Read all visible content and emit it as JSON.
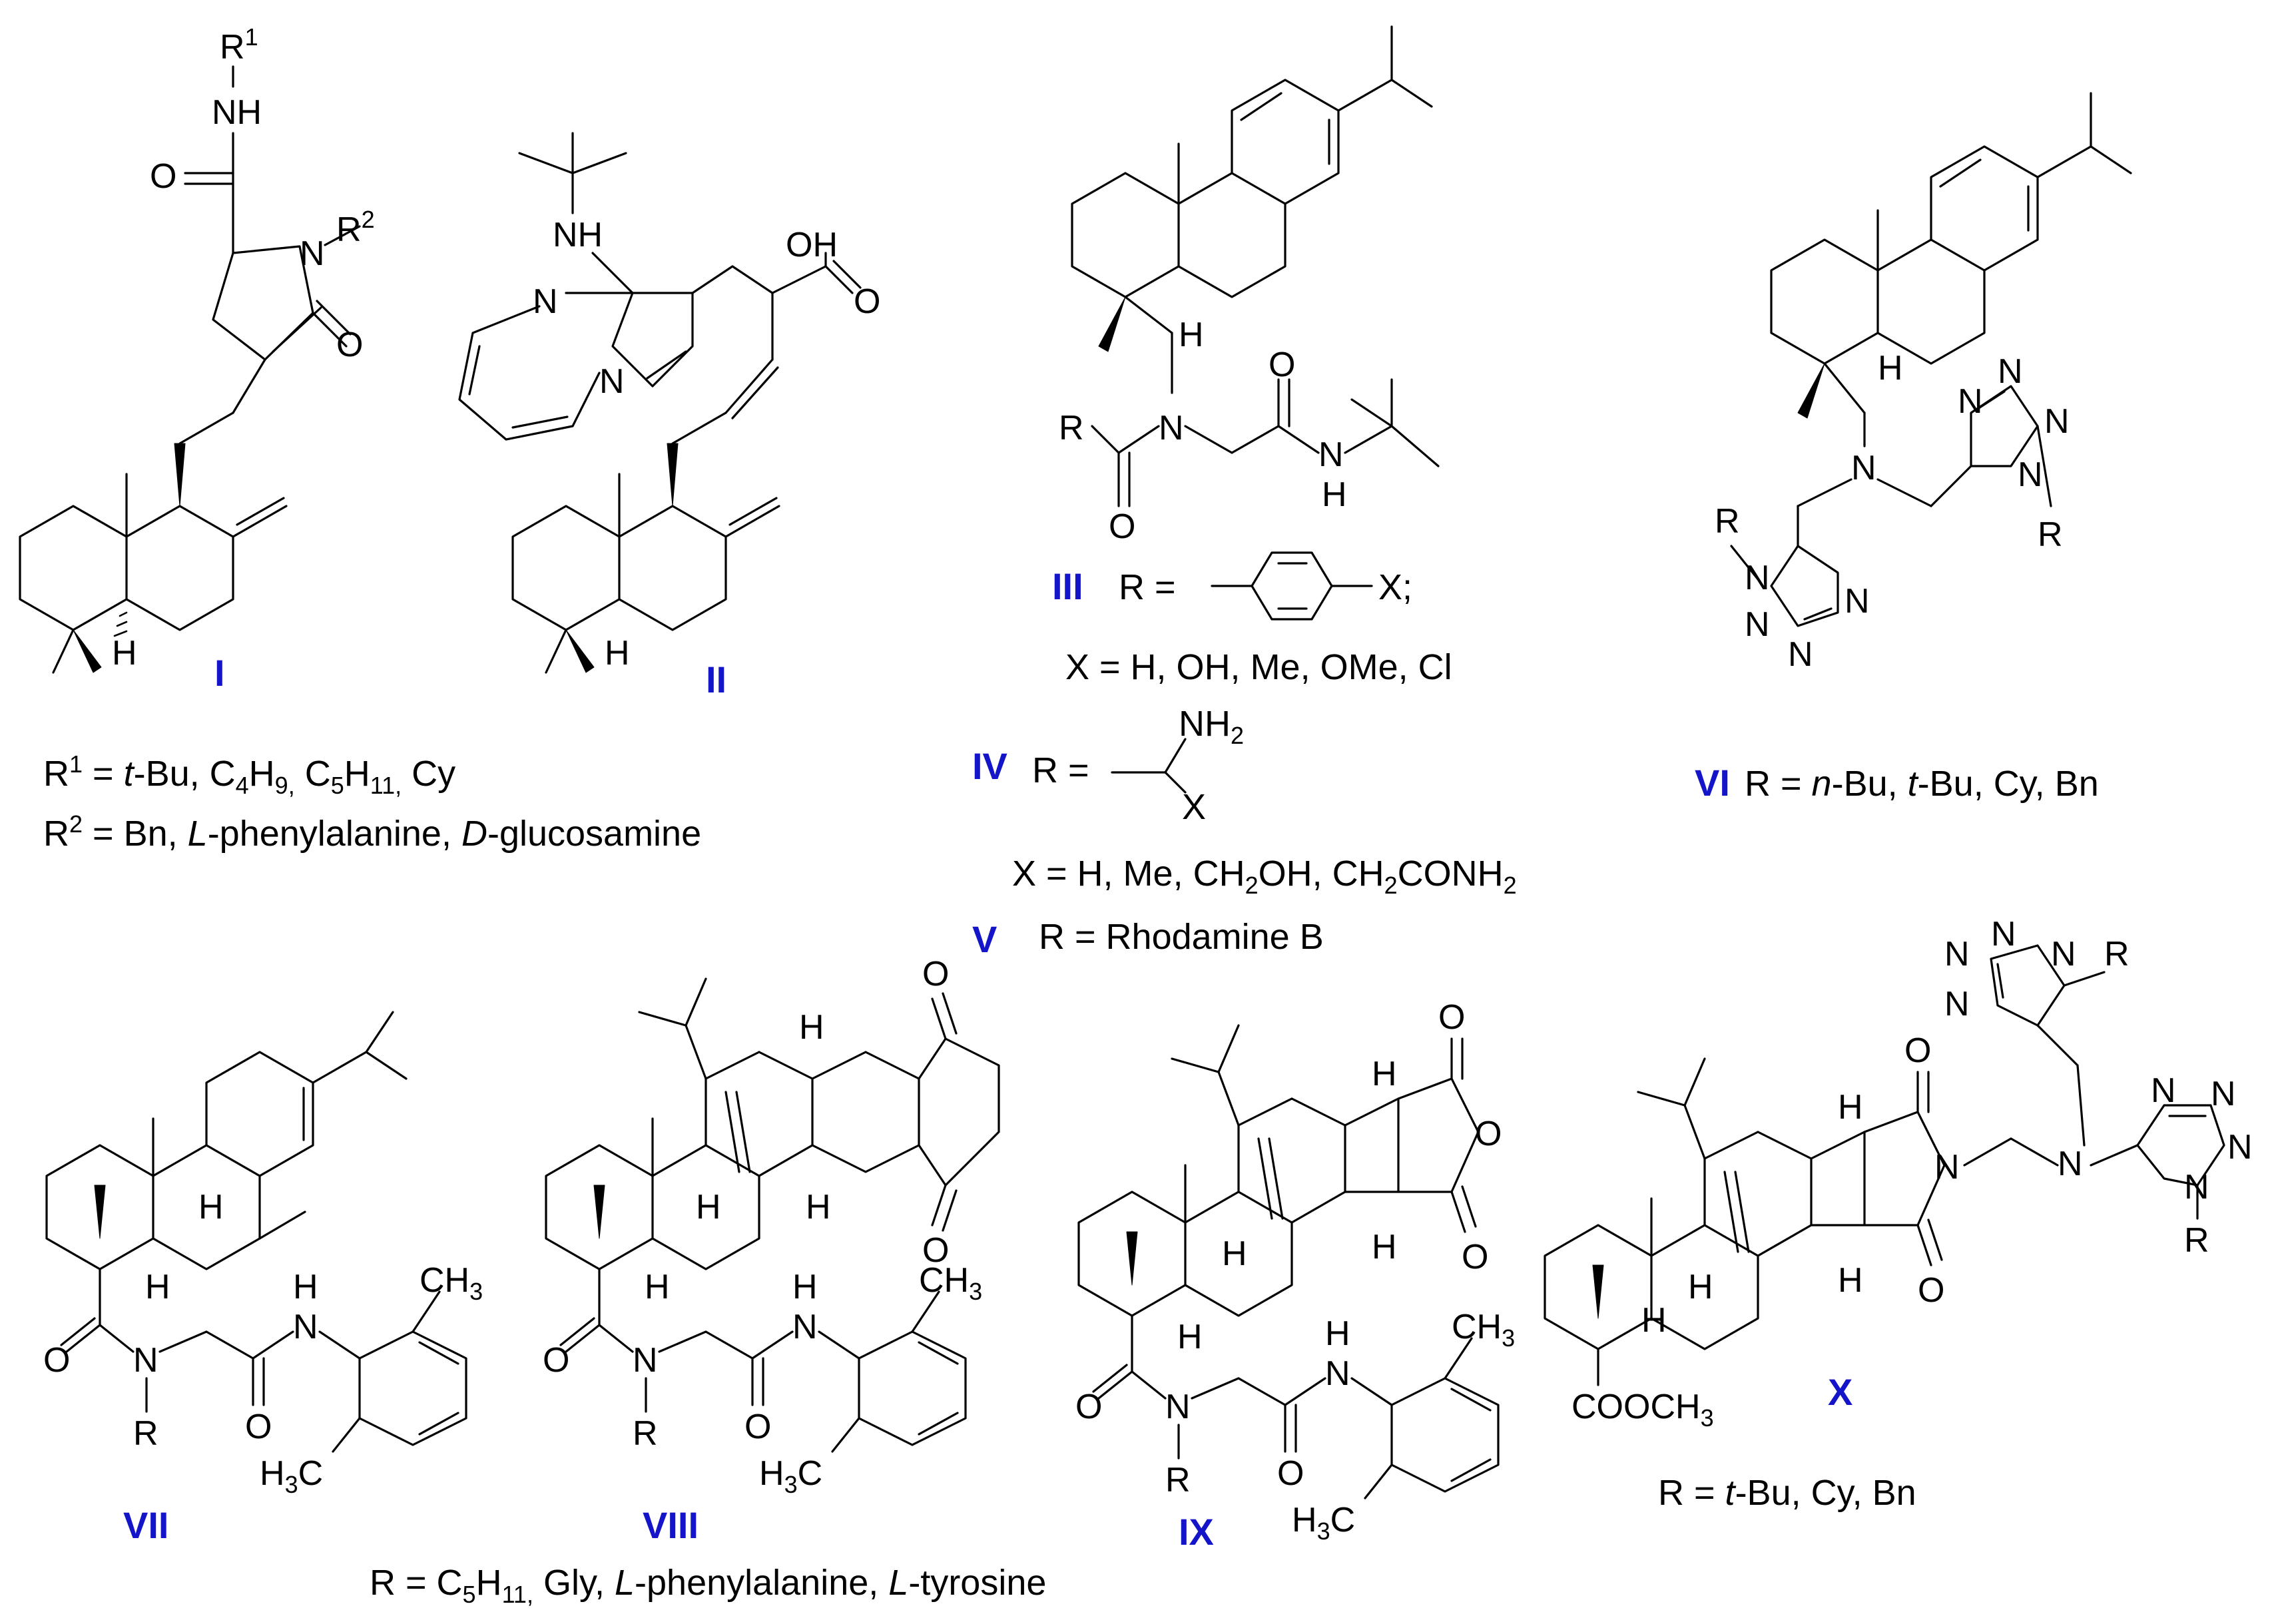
{
  "compounds": {
    "I": {
      "label": "I",
      "caption_r1": {
        "r": "R",
        "sup": "1",
        "eq": " = ",
        "tbu": "t",
        "rest1": "-Bu, C",
        "s1": "4",
        "mid1": "H",
        "s2": "9,",
        "mid2": " C",
        "s3": "5",
        "mid3": "H",
        "s4": "11,",
        "end": " Cy"
      },
      "caption_r2": {
        "r": "R",
        "sup": "2",
        "eq": " = Bn, ",
        "l": "L",
        "phe": "-phenylalanine, ",
        "d": "D",
        "glc": "-glucosamine"
      }
    },
    "II": {
      "label": "II"
    },
    "III": {
      "label": "III",
      "r_eq": "R =",
      "x": "X;",
      "caption": "X = H, OH, Me, OMe, Cl"
    },
    "IV": {
      "label": "IV",
      "r_eq": "R =",
      "nh2": "NH",
      "two": "2",
      "x": "X",
      "caption": {
        "a": "X = H, Me, CH",
        "s1": "2",
        "b": "OH, CH",
        "s2": "2",
        "c": "CONH",
        "s3": "2"
      }
    },
    "V": {
      "label": "V",
      "caption": "R = Rhodamine B"
    },
    "VI": {
      "label": "VI",
      "caption": {
        "a": " R = ",
        "n": "n",
        "b": "-Bu, ",
        "t": "t",
        "c": "-Bu, Cy,  Bn"
      }
    },
    "VII": {
      "label": "VII"
    },
    "VIII": {
      "label": "VIII"
    },
    "IX": {
      "label": "IX"
    },
    "X": {
      "label": "X",
      "caption": {
        "a": "R = ",
        "t": "t",
        "b": "-Bu, Cy,  Bn"
      }
    },
    "bottom_caption": {
      "a": "R = C",
      "s1": "5",
      "b": "H",
      "s2": "11,",
      "c": " Gly, ",
      "l1": "L",
      "d": "-phenylalanine, ",
      "l2": "L",
      "e": "-tyrosine"
    }
  },
  "atom_labels": {
    "R": "R",
    "R1": "1",
    "R2": "2",
    "NH": "NH",
    "N": "N",
    "O": "O",
    "H": "H",
    "OH": "OH",
    "CH3": "CH",
    "three": "3",
    "H3C_h": "H",
    "H3C_c": "C",
    "COOCH3": "COOCH",
    "X": "X"
  },
  "colors": {
    "label_blue": "#1414c8",
    "ink": "#000000"
  }
}
